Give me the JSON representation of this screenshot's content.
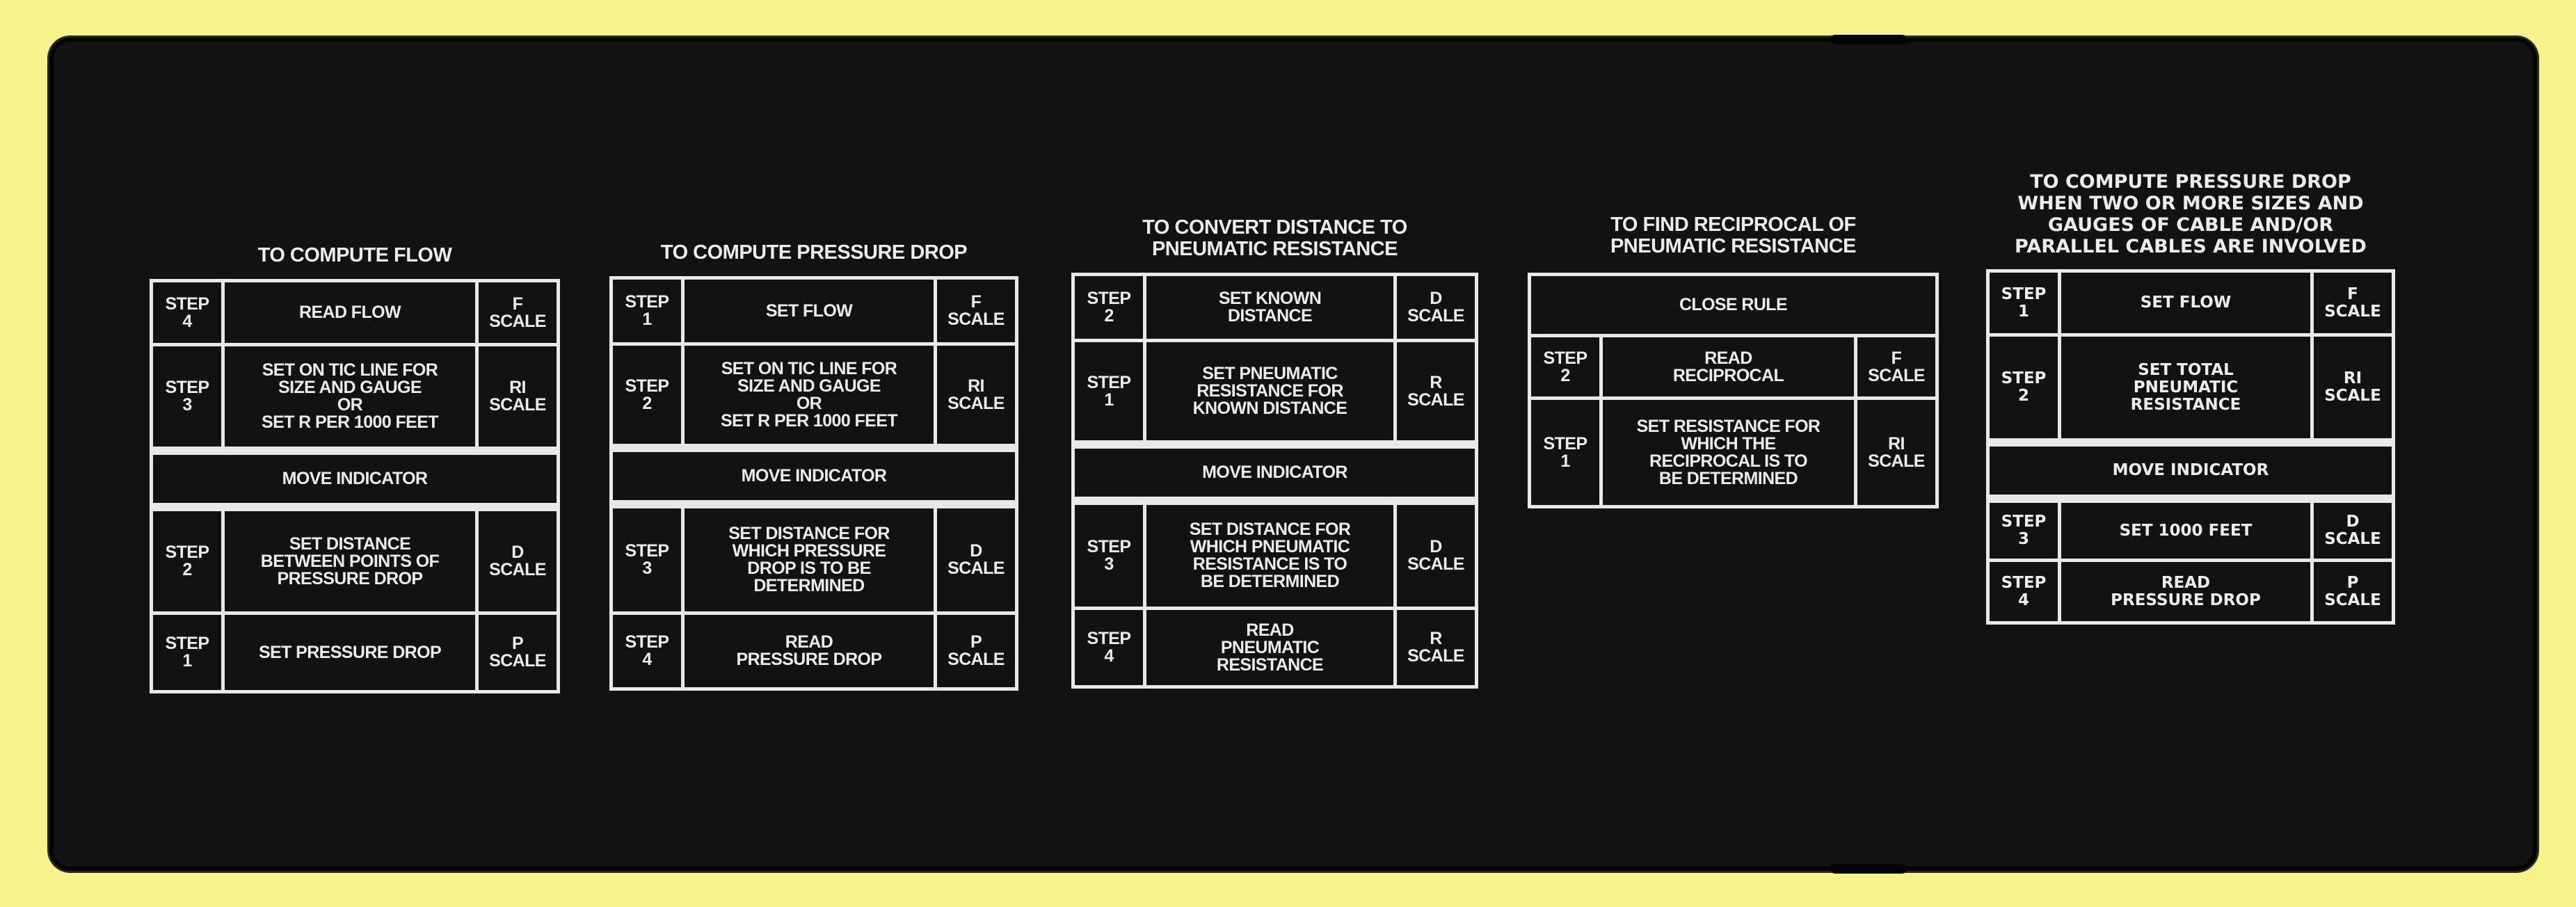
{
  "tables": [
    {
      "title": "TO COMPUTE FLOW",
      "rows": [
        {
          "type": "step",
          "step": "STEP\n4",
          "action": "READ FLOW",
          "scale": "F\nSCALE"
        },
        {
          "type": "step",
          "step": "STEP\n3",
          "action": "SET ON TIC LINE FOR\nSIZE AND GAUGE\nOR\nSET R PER 1000 FEET",
          "scale": "RI\nSCALE"
        },
        {
          "type": "move",
          "label": "MOVE INDICATOR"
        },
        {
          "type": "step",
          "step": "STEP\n2",
          "action": "SET DISTANCE\nBETWEEN POINTS OF\nPRESSURE DROP",
          "scale": "D\nSCALE"
        },
        {
          "type": "step",
          "step": "STEP\n1",
          "action": "SET PRESSURE DROP",
          "scale": "P\nSCALE"
        }
      ]
    },
    {
      "title": "TO COMPUTE PRESSURE DROP",
      "rows": [
        {
          "type": "step",
          "step": "STEP\n1",
          "action": "SET FLOW",
          "scale": "F\nSCALE"
        },
        {
          "type": "step",
          "step": "STEP\n2",
          "action": "SET ON TIC LINE FOR\nSIZE AND GAUGE\nOR\nSET R PER 1000 FEET",
          "scale": "RI\nSCALE"
        },
        {
          "type": "move",
          "label": "MOVE INDICATOR"
        },
        {
          "type": "step",
          "step": "STEP\n3",
          "action": "SET DISTANCE FOR\nWHICH PRESSURE\nDROP IS TO BE\nDETERMINED",
          "scale": "D\nSCALE"
        },
        {
          "type": "step",
          "step": "STEP\n4",
          "action": "READ\nPRESSURE DROP",
          "scale": "P\nSCALE"
        }
      ]
    },
    {
      "title": "TO CONVERT DISTANCE TO\nPNEUMATIC RESISTANCE",
      "rows": [
        {
          "type": "step",
          "step": "STEP\n2",
          "action": "SET KNOWN\nDISTANCE",
          "scale": "D\nSCALE"
        },
        {
          "type": "step",
          "step": "STEP\n1",
          "action": "SET PNEUMATIC\nRESISTANCE FOR\nKNOWN DISTANCE",
          "scale": "R\nSCALE"
        },
        {
          "type": "move",
          "label": "MOVE INDICATOR"
        },
        {
          "type": "step",
          "step": "STEP\n3",
          "action": "SET DISTANCE FOR\nWHICH PNEUMATIC\nRESISTANCE IS TO\nBE DETERMINED",
          "scale": "D\nSCALE"
        },
        {
          "type": "step",
          "step": "STEP\n4",
          "action": "READ\nPNEUMATIC\nRESISTANCE",
          "scale": "R\nSCALE"
        }
      ]
    },
    {
      "title": "TO FIND RECIPROCAL OF\nPNEUMATIC RESISTANCE",
      "rows": [
        {
          "type": "full",
          "label": "CLOSE RULE"
        },
        {
          "type": "step",
          "step": "STEP\n2",
          "action": "READ\nRECIPROCAL",
          "scale": "F\nSCALE"
        },
        {
          "type": "step",
          "step": "STEP\n1",
          "action": "SET RESISTANCE FOR\nWHICH THE\nRECIPROCAL IS TO\nBE DETERMINED",
          "scale": "RI\nSCALE"
        }
      ]
    },
    {
      "title": "TO COMPUTE PRESSURE DROP\nWHEN TWO OR MORE SIZES AND\nGAUGES OF CABLE AND/OR\nPARALLEL CABLES ARE INVOLVED",
      "rows": [
        {
          "type": "step",
          "step": "STEP\n1",
          "action": "SET FLOW",
          "scale": "F\nSCALE"
        },
        {
          "type": "step",
          "step": "STEP\n2",
          "action": "SET TOTAL\nPNEUMATIC\nRESISTANCE",
          "scale": "RI\nSCALE"
        },
        {
          "type": "move",
          "label": "MOVE INDICATOR"
        },
        {
          "type": "step",
          "step": "STEP\n3",
          "action": "SET 1000 FEET",
          "scale": "D\nSCALE"
        },
        {
          "type": "step",
          "step": "STEP\n4",
          "action": "READ\nPRESSURE DROP",
          "scale": "P\nSCALE"
        }
      ]
    }
  ]
}
